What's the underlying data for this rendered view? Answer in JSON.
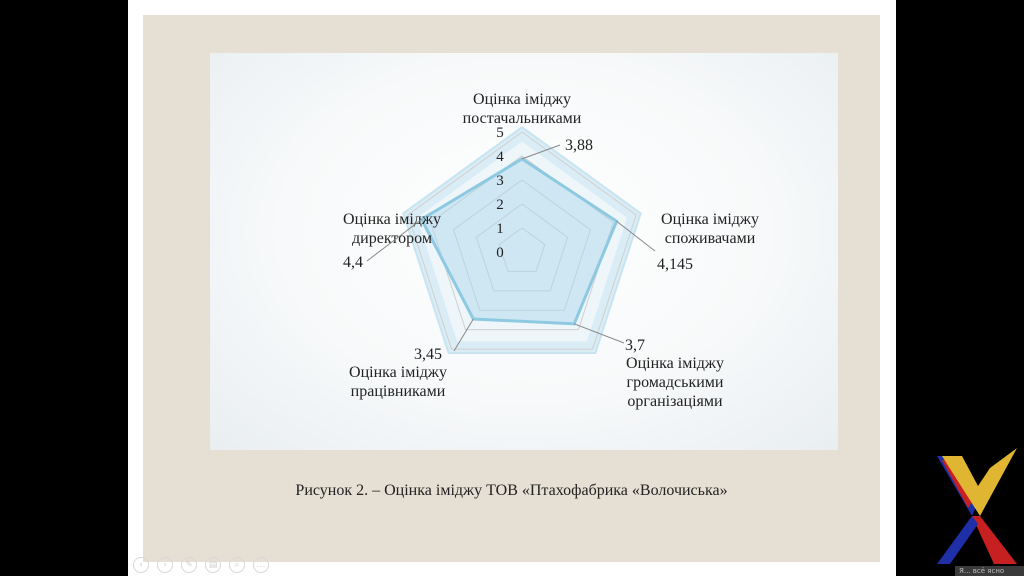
{
  "caption": "Рисунок 2. – Оцінка іміджу ТОВ «Птахофабрика «Волочиська»",
  "chart_data": {
    "type": "radar",
    "axes": [
      {
        "label": [
          "Оцінка іміджу",
          "постачальниками"
        ],
        "value": 3.88,
        "value_label": "3,88"
      },
      {
        "label": [
          "Оцінка іміджу",
          "споживачами"
        ],
        "value": 4.145,
        "value_label": "4,145"
      },
      {
        "label": [
          "Оцінка іміджу",
          "громадськими",
          "організаціями"
        ],
        "value": 3.7,
        "value_label": "3,7"
      },
      {
        "label": [
          "Оцінка іміджу",
          "працівниками"
        ],
        "value": 3.45,
        "value_label": "3,45"
      },
      {
        "label": [
          "Оцінка іміджу",
          "директором"
        ],
        "value": 4.4,
        "value_label": "4,4"
      }
    ],
    "scale": {
      "min": 0,
      "max": 5,
      "ticks": [
        "0",
        "1",
        "2",
        "3",
        "4",
        "5"
      ]
    },
    "colors": {
      "series_fill": "#a9d5ea",
      "series_line": "#8ec9e2",
      "outer_fill": "#d5ebf5",
      "grid": "#cfcfcf"
    }
  },
  "controls": [
    "prev-icon",
    "next-icon",
    "pen-icon",
    "slides-icon",
    "zoom-icon",
    "more-icon"
  ],
  "corner_tag": "Я... всё ясно"
}
